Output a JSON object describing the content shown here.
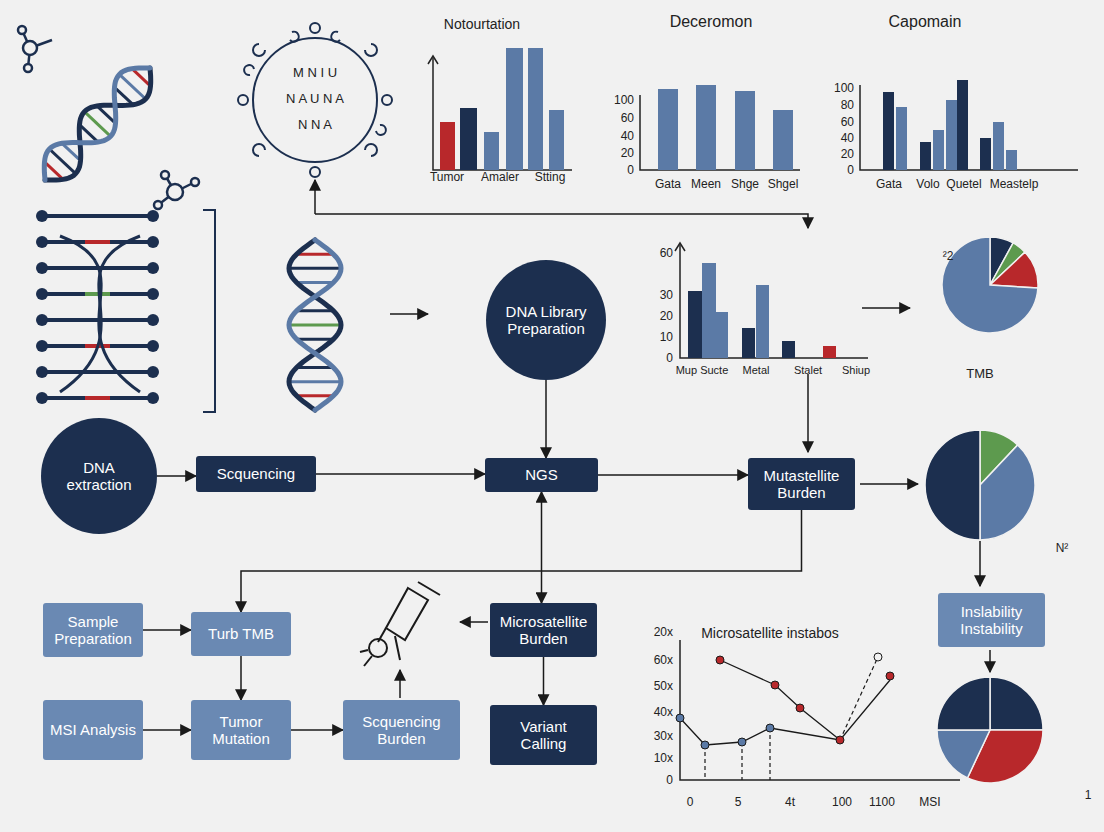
{
  "diagram": {
    "nodes": [
      {
        "text": [
          "DNA extraction"
        ]
      },
      {
        "text": [
          "Scquencing"
        ]
      },
      {
        "text": [
          "DNA Library Preparation"
        ]
      },
      {
        "text": [
          "NGS"
        ]
      },
      {
        "text": [
          "Mutastellite Burden"
        ]
      },
      {
        "text": [
          "Sample Preparation"
        ]
      },
      {
        "text": [
          "Turb TMB"
        ]
      },
      {
        "text": [
          "Microsatellite Burden"
        ]
      },
      {
        "text": [
          "MSI Analysis"
        ]
      },
      {
        "text": [
          "Tumor Mutation"
        ]
      },
      {
        "text": [
          "Scquencing Burden"
        ]
      },
      {
        "text": [
          "Variant Calling"
        ]
      },
      {
        "text": [
          "Inslability Instability"
        ]
      }
    ],
    "edges": [
      {
        "from": 0,
        "to": 1,
        "arrow": "to"
      },
      {
        "from": 1,
        "to": 3,
        "arrow": "to"
      },
      {
        "from": 2,
        "to": 3,
        "arrow": "to"
      },
      {
        "from": 3,
        "to": 4,
        "arrow": "to"
      },
      {
        "from": 3,
        "to": 7,
        "arrow": "both"
      },
      {
        "from": 4,
        "to": 6,
        "arrow": "to"
      },
      {
        "from": 5,
        "to": 6,
        "arrow": "to"
      },
      {
        "from": 6,
        "to": 9,
        "arrow": "to"
      },
      {
        "from": 8,
        "to": 9,
        "arrow": "to"
      },
      {
        "from": 9,
        "to": 10,
        "arrow": "to"
      },
      {
        "from": 7,
        "to": 11,
        "arrow": "to"
      }
    ],
    "labels": [
      "Notourtation",
      "Tumor",
      "Amaler",
      "Stting",
      "Deceromon",
      "100",
      "60",
      "40",
      "20",
      "0",
      "Gata",
      "Meen",
      "Shge",
      "Shgel",
      "Capomain",
      "100",
      "80",
      "60",
      "40",
      "20",
      "0",
      "Gata",
      "Volo",
      "Quetel",
      "Meastelp",
      "60",
      "30",
      "20",
      "10",
      "0",
      "Mup Sucte",
      "Metal",
      "Stalet",
      "Shiup",
      "²2",
      "TMB",
      "N²",
      "1",
      "Microsatellite instabos",
      "20x",
      "60x",
      "50x",
      "40x",
      "30x",
      "10x",
      "0",
      "0",
      "5",
      "4t",
      "100",
      "1100",
      "MSI",
      "M N I U",
      "N A U N A",
      "N N A"
    ]
  }
}
